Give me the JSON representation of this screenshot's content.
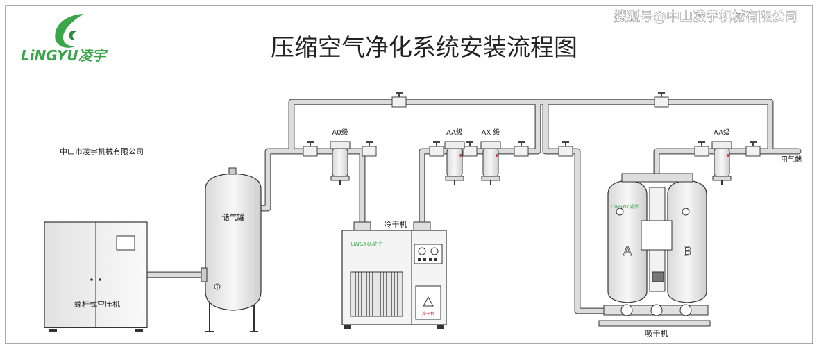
{
  "watermark": "搜狐号@中山凌宇机械有限公司",
  "title": "压缩空气净化系统安装流程图",
  "logo": {
    "text": "LiNGYU凌宇",
    "brand_color": "#3aa64a"
  },
  "company_label": "中山市凌宇机械有限公司",
  "equipment": {
    "compressor": "螺杆式空压机",
    "tank": "储气罐",
    "dryer": "冷干机",
    "adsorption_dryer": "吸干机",
    "tower_a": "A",
    "tower_b": "B",
    "dryer_logo": "LINGYU凌宇",
    "dryer_panel_mark": "冷干机"
  },
  "filters": [
    {
      "label": "A0级"
    },
    {
      "label": "AA级"
    },
    {
      "label": "AX 级"
    },
    {
      "label": "AA级"
    }
  ],
  "outlet_label": "用气端",
  "colors": {
    "pipe": "#d8d8d8",
    "line": "#333333",
    "brand": "#3aa64a"
  }
}
